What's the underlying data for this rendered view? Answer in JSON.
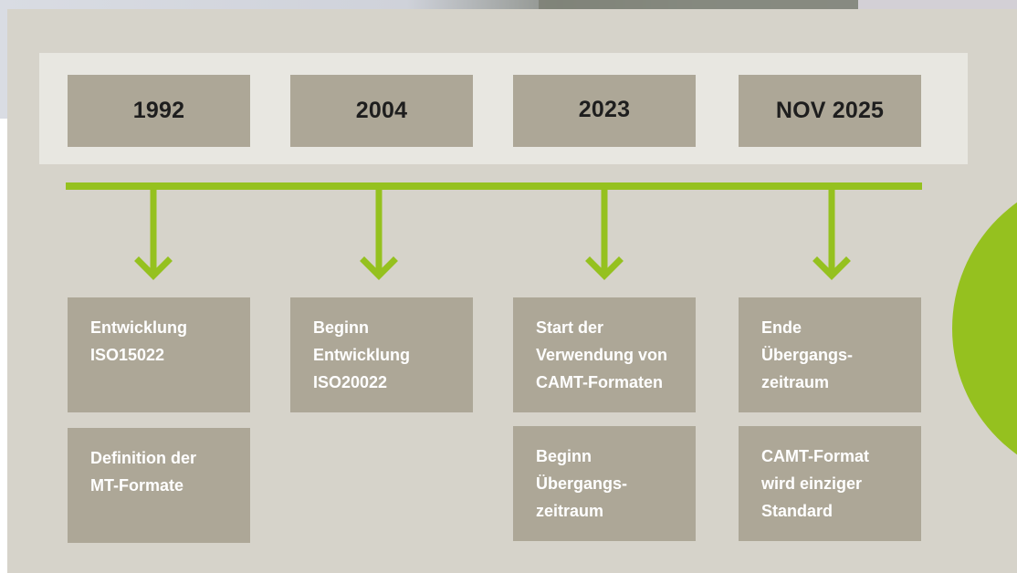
{
  "colors": {
    "panel": "#d6d3ca",
    "band": "#e8e7e1",
    "box": "#ada797",
    "accent_green": "#95c11f",
    "year_text": "#1e1e1e",
    "event_text": "#ffffff"
  },
  "years": [
    "1992",
    "2004",
    "2023",
    "NOV 2025"
  ],
  "events": {
    "col1_top": "Entwicklung\nISO15022",
    "col1_bottom": "Definition der\nMT-Formate",
    "col2_top": "Beginn\nEntwicklung\nISO20022",
    "col3_top": "Start der\nVerwendung von\nCAMT-Formaten",
    "col3_bottom": "Beginn\nÜbergangs-\nzeitraum",
    "col4_top": "Ende\nÜbergangs-\nzeitraum",
    "col4_bottom": "CAMT-Format\nwird einziger\nStandard"
  }
}
